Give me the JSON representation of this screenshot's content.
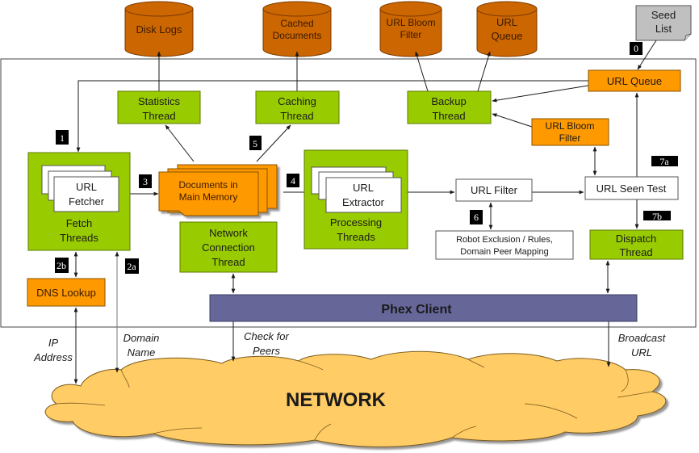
{
  "colors": {
    "green": "#99cc00",
    "orange": "#ff9900",
    "cylinder": "#cc6600",
    "phex": "#666699",
    "cloud": "#ffcc66",
    "seed": "#c0c0c0",
    "step_bg": "#000000"
  },
  "storage": {
    "disk_logs": [
      "Disk Logs"
    ],
    "cached_documents": [
      "Cached",
      "Documents"
    ],
    "url_bloom_filter": [
      "URL Bloom",
      "Filter"
    ],
    "url_queue": [
      "URL",
      "Queue"
    ]
  },
  "seed_list": [
    "Seed",
    "List"
  ],
  "components": {
    "statistics_thread": [
      "Statistics",
      "Thread"
    ],
    "caching_thread": [
      "Caching",
      "Thread"
    ],
    "backup_thread": [
      "Backup",
      "Thread"
    ],
    "url_queue": [
      "URL Queue"
    ],
    "url_bloom_filter": [
      "URL Bloom",
      "Filter"
    ],
    "url_fetcher": [
      "URL",
      "Fetcher"
    ],
    "fetch_threads": [
      "Fetch",
      "Threads"
    ],
    "documents_in_memory": [
      "Documents in",
      "Main Memory"
    ],
    "url_extractor": [
      "URL",
      "Extractor"
    ],
    "processing_threads": [
      "Processing",
      "Threads"
    ],
    "url_filter": [
      "URL Filter"
    ],
    "url_seen_test": [
      "URL Seen Test"
    ],
    "robot_exclusion": [
      "Robot Exclusion / Rules,",
      "Domain Peer Mapping"
    ],
    "dispatch_thread": [
      "Dispatch",
      "Thread"
    ],
    "network_connection_thread": [
      "Network",
      "Connection",
      "Thread"
    ],
    "dns_lookup": [
      "DNS Lookup"
    ],
    "phex_client": [
      "Phex Client"
    ],
    "network": [
      "NETWORK"
    ]
  },
  "steps": [
    "0",
    "1",
    "2a",
    "2b",
    "3",
    "4",
    "5",
    "6",
    "7a",
    "7b"
  ],
  "edge_labels": {
    "ip_address": [
      "IP",
      "Address"
    ],
    "domain_name": [
      "Domain",
      "Name"
    ],
    "check_for_peers": [
      "Check for",
      "Peers"
    ],
    "broadcast_url": [
      "Broadcast",
      "URL"
    ]
  }
}
